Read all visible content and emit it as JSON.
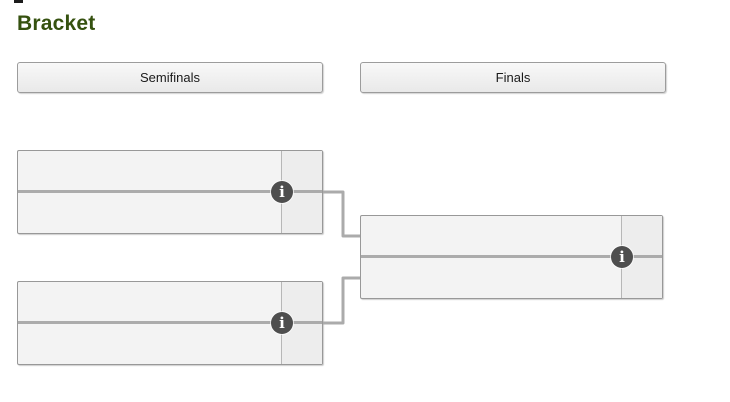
{
  "page": {
    "title": "Bracket"
  },
  "columns": [
    {
      "label": "Semifinals"
    },
    {
      "label": "Finals"
    }
  ],
  "rounds": [
    {
      "name": "Semifinals",
      "matches": [
        {
          "id": "semifinal-1",
          "top_team": "",
          "bottom_team": "",
          "info_icon": "i"
        },
        {
          "id": "semifinal-2",
          "top_team": "",
          "bottom_team": "",
          "info_icon": "i"
        }
      ]
    },
    {
      "name": "Finals",
      "matches": [
        {
          "id": "final",
          "top_team": "",
          "bottom_team": "",
          "info_icon": "i"
        }
      ]
    }
  ],
  "colors": {
    "title": "#35510f",
    "box_background": "#f3f3f3",
    "box_border": "#989898",
    "side_column_background": "#ededed",
    "divider": "#ababab",
    "connector": "#ababab",
    "info_icon_background": "#4e4e4e",
    "info_icon_glyph": "#ffffff"
  }
}
